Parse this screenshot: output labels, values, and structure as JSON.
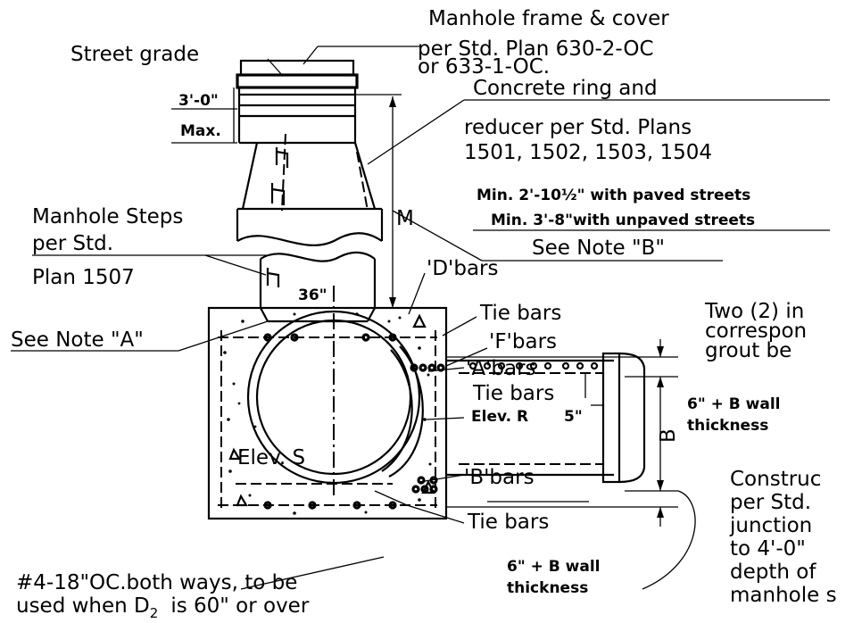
{
  "labels": {
    "street_grade": "Street grade",
    "frame_cover_1": "Manhole frame & cover",
    "frame_cover_2": "per Std. Plan 630-2-OC",
    "frame_cover_3": "or 633-1-OC.",
    "max_height": "3'-0\"",
    "max_word": "Max.",
    "ring_1": "Concrete ring and",
    "ring_2": "reducer per Std. Plans",
    "ring_3": "1501, 1502, 1503, 1504",
    "min_paved": "Min. 2'-10½\" with paved streets",
    "min_unpaved": "Min. 3'-8\"with unpaved streets",
    "dim_m": "M",
    "see_note_b": "See Note \"B\"",
    "steps_1": "Manhole Steps",
    "steps_2": "per Std.",
    "steps_3": "Plan 1507",
    "dim_36": "36\"",
    "d_bars": "'D'bars",
    "tie_bars_top": "Tie bars",
    "see_note_a": "See Note \"A\"",
    "f_bars": "'F'bars",
    "a_bars": "'A'bars",
    "tie_bars_mid": "Tie bars",
    "elev_r": "Elev. R",
    "dim_5": "5\"",
    "dim_b": "B",
    "elev_s": "Elev. S",
    "b_bars": "'B'bars",
    "tie_bars_bottom": "Tie bars",
    "two_inlets_1": "Two (2) in",
    "two_inlets_2": "correspon",
    "two_inlets_3": "grout be",
    "wall_top_1": "6\" + B wall",
    "wall_top_2": "thickness",
    "wall_bottom_1": "6\" + B wall",
    "wall_bottom_2": "thickness",
    "construct_1": "Construc",
    "construct_2": "per Std.",
    "construct_3": "junction",
    "construct_4": "to 4'-0\"",
    "construct_5": "depth of",
    "construct_6": "manhole s",
    "rebar_note_1": "#4-18\"OC.both ways, to be",
    "rebar_note_2a": "used when D",
    "rebar_note_2b": "2",
    "rebar_note_2c": "is 60\" or over"
  }
}
